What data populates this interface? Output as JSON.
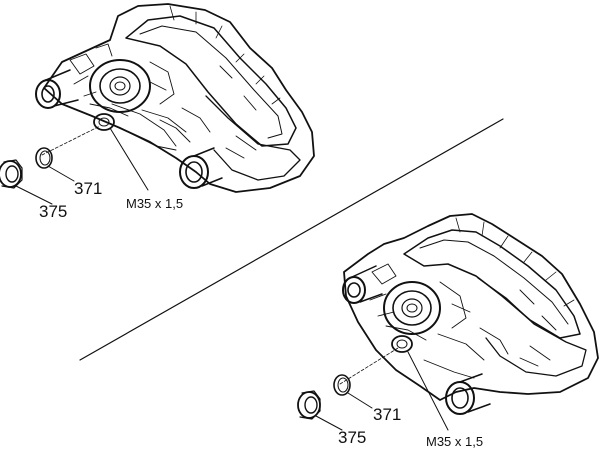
{
  "diagram": {
    "top_view": {
      "labels": {
        "seal_ring": "371",
        "screw_plug": "375",
        "thread": "M35 x 1,5"
      }
    },
    "bottom_view": {
      "labels": {
        "seal_ring": "371",
        "screw_plug": "375",
        "thread": "M35 x 1,5"
      }
    }
  }
}
